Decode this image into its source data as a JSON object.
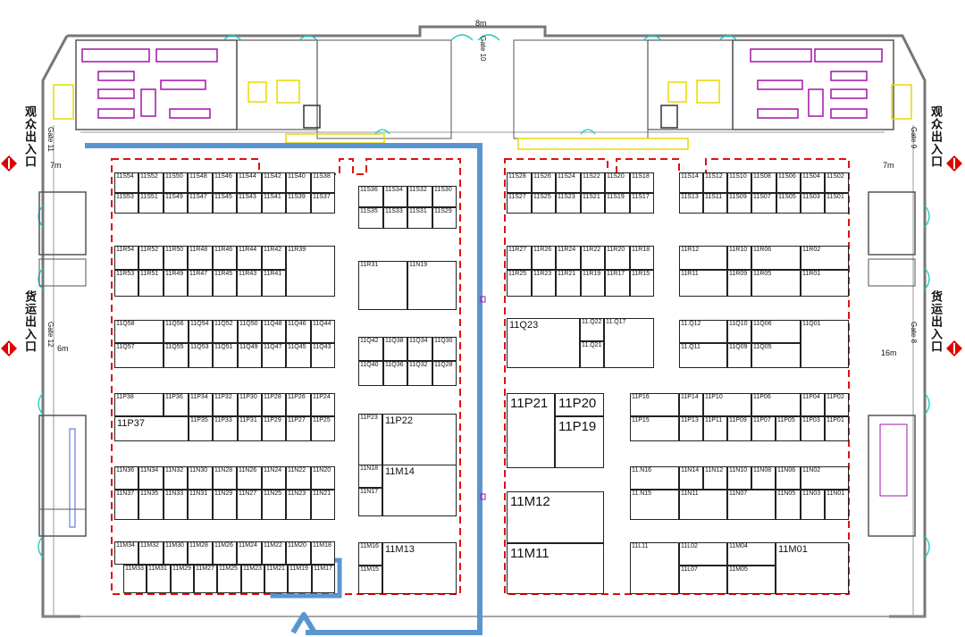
{
  "entrance_labels": {
    "left_top": "观众出入口",
    "right_top": "观众出入口",
    "left_mid": "货运出入口",
    "right_mid": "货运出入口"
  },
  "gates": {
    "top": "Gate 10",
    "left_top": "Gate 11",
    "left_mid": "Gate 12",
    "right_top": "Gate 9",
    "right_mid": "Gate 8"
  },
  "dimensions": {
    "top": "8m",
    "left_top": "7m",
    "left_mid": "6m",
    "right_top": "7m",
    "right_mid": "16m"
  },
  "colors": {
    "zone_border": "#dd1111",
    "route": "#5b95d1",
    "marker": "#e02020",
    "door": "#19c9c9",
    "toilet": "#a213a8",
    "stairs": "#e8d800",
    "entrance_marker": "#e00000"
  },
  "marker_icon": "star-icon",
  "booths": [
    {
      "id": "11S54"
    },
    {
      "id": "11S52"
    },
    {
      "id": "11S50"
    },
    {
      "id": "11S48"
    },
    {
      "id": "11S46"
    },
    {
      "id": "11S44"
    },
    {
      "id": "11S42"
    },
    {
      "id": "11S40"
    },
    {
      "id": "11S38"
    },
    {
      "id": "11S53"
    },
    {
      "id": "11S51"
    },
    {
      "id": "11S49"
    },
    {
      "id": "11S47"
    },
    {
      "id": "11S45"
    },
    {
      "id": "11S43"
    },
    {
      "id": "11S41"
    },
    {
      "id": "11S39"
    },
    {
      "id": "11S37"
    },
    {
      "id": "11S36"
    },
    {
      "id": "11S34"
    },
    {
      "id": "11S32"
    },
    {
      "id": "11S30"
    },
    {
      "id": "11S35"
    },
    {
      "id": "11S33"
    },
    {
      "id": "11S31"
    },
    {
      "id": "11S29"
    },
    {
      "id": "11R54"
    },
    {
      "id": "11R52"
    },
    {
      "id": "11R50"
    },
    {
      "id": "11R48"
    },
    {
      "id": "11R46"
    },
    {
      "id": "11R44"
    },
    {
      "id": "11R42"
    },
    {
      "id": "11R39"
    },
    {
      "id": "11R53"
    },
    {
      "id": "11R51"
    },
    {
      "id": "11R49"
    },
    {
      "id": "11R47"
    },
    {
      "id": "11R45"
    },
    {
      "id": "11R43"
    },
    {
      "id": "11R41"
    },
    {
      "id": "11R31"
    },
    {
      "id": "11N19"
    },
    {
      "id": "11Q58"
    },
    {
      "id": "11Q56"
    },
    {
      "id": "11Q54"
    },
    {
      "id": "11Q52"
    },
    {
      "id": "11Q50"
    },
    {
      "id": "11Q48"
    },
    {
      "id": "11Q46"
    },
    {
      "id": "11Q44"
    },
    {
      "id": "11Q57"
    },
    {
      "id": "11Q55"
    },
    {
      "id": "11Q53"
    },
    {
      "id": "11Q51"
    },
    {
      "id": "11Q49"
    },
    {
      "id": "11Q47"
    },
    {
      "id": "11Q45"
    },
    {
      "id": "11Q43"
    },
    {
      "id": "11Q42"
    },
    {
      "id": "11Q38"
    },
    {
      "id": "11Q34"
    },
    {
      "id": "11Q30"
    },
    {
      "id": "11Q40"
    },
    {
      "id": "11Q36"
    },
    {
      "id": "11Q32"
    },
    {
      "id": "11Q28"
    },
    {
      "id": "11P38"
    },
    {
      "id": "11P36"
    },
    {
      "id": "11P34"
    },
    {
      "id": "11P32"
    },
    {
      "id": "11P30"
    },
    {
      "id": "11P28"
    },
    {
      "id": "11P26"
    },
    {
      "id": "11P24"
    },
    {
      "id": "11P37"
    },
    {
      "id": "11P35"
    },
    {
      "id": "11P33"
    },
    {
      "id": "11P31"
    },
    {
      "id": "11P29"
    },
    {
      "id": "11P27"
    },
    {
      "id": "11P25"
    },
    {
      "id": "11P23"
    },
    {
      "id": "11P22"
    },
    {
      "id": "11N36"
    },
    {
      "id": "11N34"
    },
    {
      "id": "11N32"
    },
    {
      "id": "11N30"
    },
    {
      "id": "11N28"
    },
    {
      "id": "11N26"
    },
    {
      "id": "11N24"
    },
    {
      "id": "11N22"
    },
    {
      "id": "11N20"
    },
    {
      "id": "11N37"
    },
    {
      "id": "11N35"
    },
    {
      "id": "11N33"
    },
    {
      "id": "11N31"
    },
    {
      "id": "11N29"
    },
    {
      "id": "11N27"
    },
    {
      "id": "11N25"
    },
    {
      "id": "11N23"
    },
    {
      "id": "11N21"
    },
    {
      "id": "11N18"
    },
    {
      "id": "11M14"
    },
    {
      "id": "11N17"
    },
    {
      "id": "11M34"
    },
    {
      "id": "11M32"
    },
    {
      "id": "11M30"
    },
    {
      "id": "11M28"
    },
    {
      "id": "11M26"
    },
    {
      "id": "11M24"
    },
    {
      "id": "11M22"
    },
    {
      "id": "11M20"
    },
    {
      "id": "11M18"
    },
    {
      "id": "11M33"
    },
    {
      "id": "11M31"
    },
    {
      "id": "11M29"
    },
    {
      "id": "11M27"
    },
    {
      "id": "11M25"
    },
    {
      "id": "11M23"
    },
    {
      "id": "11M21"
    },
    {
      "id": "11M19"
    },
    {
      "id": "11M17"
    },
    {
      "id": "11M16"
    },
    {
      "id": "11M13"
    },
    {
      "id": "11M15"
    },
    {
      "id": "11S28"
    },
    {
      "id": "11S26"
    },
    {
      "id": "11S24"
    },
    {
      "id": "11S22"
    },
    {
      "id": "11S20"
    },
    {
      "id": "11S18"
    },
    {
      "id": "11S14"
    },
    {
      "id": "11S12"
    },
    {
      "id": "11S10"
    },
    {
      "id": "11S08"
    },
    {
      "id": "11S06"
    },
    {
      "id": "11S04"
    },
    {
      "id": "11S02"
    },
    {
      "id": "11S27"
    },
    {
      "id": "11S25"
    },
    {
      "id": "11S23"
    },
    {
      "id": "11S21"
    },
    {
      "id": "11S19"
    },
    {
      "id": "11S17"
    },
    {
      "id": "11S13"
    },
    {
      "id": "11S11"
    },
    {
      "id": "11S09"
    },
    {
      "id": "11S07"
    },
    {
      "id": "11S05"
    },
    {
      "id": "11S03"
    },
    {
      "id": "11S01"
    },
    {
      "id": "11R27"
    },
    {
      "id": "11R26"
    },
    {
      "id": "11R24"
    },
    {
      "id": "11R22"
    },
    {
      "id": "11R20"
    },
    {
      "id": "11R18"
    },
    {
      "id": "11R12"
    },
    {
      "id": "11R10"
    },
    {
      "id": "11R06"
    },
    {
      "id": "11R02"
    },
    {
      "id": "11R25"
    },
    {
      "id": "11R23"
    },
    {
      "id": "11R21"
    },
    {
      "id": "11R19"
    },
    {
      "id": "11R17"
    },
    {
      "id": "11R15"
    },
    {
      "id": "11R11"
    },
    {
      "id": "11R09"
    },
    {
      "id": "11R05"
    },
    {
      "id": "11R01"
    },
    {
      "id": "11Q23"
    },
    {
      "id": "11.Q22"
    },
    {
      "id": "11.Q17"
    },
    {
      "id": "11.Q21"
    },
    {
      "id": "11.Q12"
    },
    {
      "id": "11Q10"
    },
    {
      "id": "11Q06"
    },
    {
      "id": "11Q01"
    },
    {
      "id": "11.Q11"
    },
    {
      "id": "11Q09"
    },
    {
      "id": "11Q05"
    },
    {
      "id": "11P21"
    },
    {
      "id": "11P20"
    },
    {
      "id": "11P19"
    },
    {
      "id": "11P16"
    },
    {
      "id": "11P14"
    },
    {
      "id": "11P10"
    },
    {
      "id": "11P06"
    },
    {
      "id": "11P04"
    },
    {
      "id": "11P02"
    },
    {
      "id": "11P15"
    },
    {
      "id": "11P13"
    },
    {
      "id": "11P11"
    },
    {
      "id": "11P09"
    },
    {
      "id": "11P07"
    },
    {
      "id": "11P05"
    },
    {
      "id": "11P03"
    },
    {
      "id": "11P01"
    },
    {
      "id": "11.N16"
    },
    {
      "id": "11N14"
    },
    {
      "id": "11N12"
    },
    {
      "id": "11N10"
    },
    {
      "id": "11N08"
    },
    {
      "id": "11N06"
    },
    {
      "id": "11N02"
    },
    {
      "id": "11.N15"
    },
    {
      "id": "11N11"
    },
    {
      "id": "11N07"
    },
    {
      "id": "11N05"
    },
    {
      "id": "11N03"
    },
    {
      "id": "11N01"
    },
    {
      "id": "11M12"
    },
    {
      "id": "11M11"
    },
    {
      "id": "11L11"
    },
    {
      "id": "11L02"
    },
    {
      "id": "11M04"
    },
    {
      "id": "11M01"
    },
    {
      "id": "11L07"
    },
    {
      "id": "11M05"
    }
  ]
}
